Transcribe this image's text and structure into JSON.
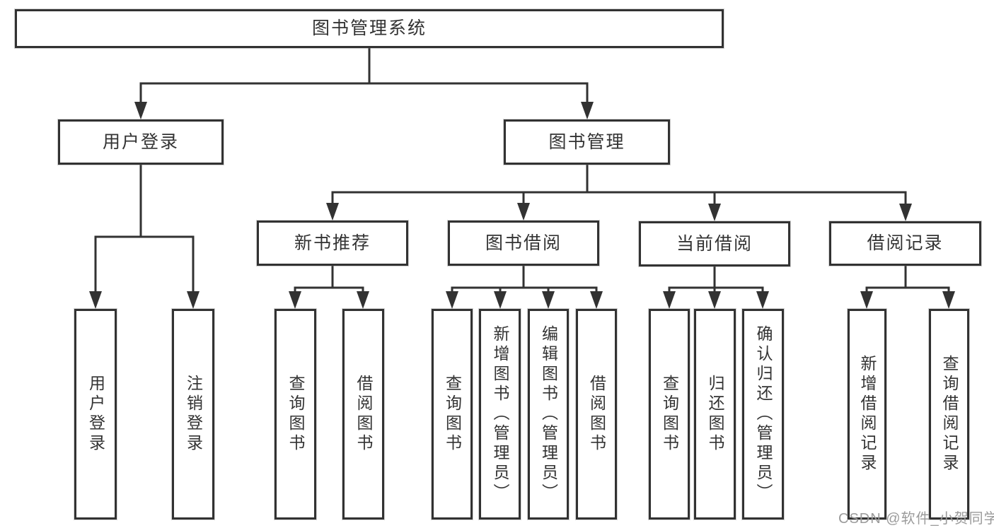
{
  "diagram": {
    "type": "hierarchy-tree",
    "background_color": "#ffffff",
    "line_color": "#323232",
    "box_border_color": "#323232",
    "text_color": "#333333"
  },
  "tree": {
    "label": "图书管理系统",
    "children": [
      {
        "label": "用户登录",
        "children": [
          {
            "label": "用户登录"
          },
          {
            "label": "注销登录"
          }
        ]
      },
      {
        "label": "图书管理",
        "children": [
          {
            "label": "新书推荐",
            "children": [
              {
                "label": "查询图书"
              },
              {
                "label": "借阅图书"
              }
            ]
          },
          {
            "label": "图书借阅",
            "children": [
              {
                "label": "查询图书"
              },
              {
                "label": "新增图书（管理员）"
              },
              {
                "label": "编辑图书（管理员）"
              },
              {
                "label": "借阅图书"
              }
            ]
          },
          {
            "label": "当前借阅",
            "children": [
              {
                "label": "查询图书"
              },
              {
                "label": "归还图书"
              },
              {
                "label": "确认归还（管理员）"
              }
            ]
          },
          {
            "label": "借阅记录",
            "children": [
              {
                "label": "新增借阅记录"
              },
              {
                "label": "查询借阅记录"
              }
            ]
          }
        ]
      }
    ]
  },
  "watermark": {
    "text": "CSDN @软件_小贺同学",
    "color": "#9b9b9b"
  }
}
